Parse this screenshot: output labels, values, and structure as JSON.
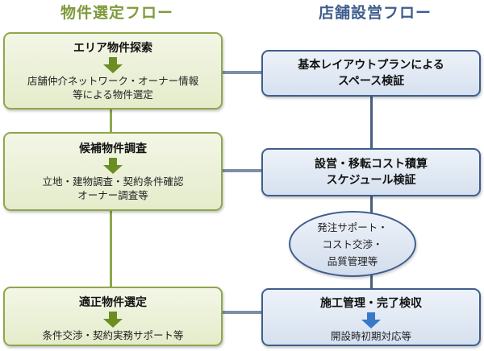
{
  "titles": {
    "left": "物件選定フロー",
    "right": "店舗設営フロー"
  },
  "left_flow": [
    {
      "title": "エリア物件探索",
      "lines": [
        "店舗仲介ネットワーク・オーナー情報",
        "等による物件選定"
      ]
    },
    {
      "title": "候補物件調査",
      "lines": [
        "立地・建物調査・契約条件確認",
        "オーナー調査等"
      ]
    },
    {
      "title": "適正物件選定",
      "lines": [
        "条件交渉・契約実務サポート等"
      ]
    }
  ],
  "right_flow": [
    {
      "lines": [
        "基本レイアウトプランによる",
        "スペース検証"
      ]
    },
    {
      "lines": [
        "設営・移転コスト積算",
        "スケジュール検証"
      ]
    },
    {
      "title": "施工管理・完了検収",
      "sub": "開設時初期対応等"
    }
  ],
  "ellipse": {
    "lines": [
      "発注サポート・",
      "コスト交渉・",
      "品質管理等"
    ]
  },
  "colors": {
    "green_border": "#8ea74c",
    "green_arrow": "#6b8e23",
    "blue_border": "#3f5e8d",
    "blue_arrow": "#3a78c8"
  }
}
